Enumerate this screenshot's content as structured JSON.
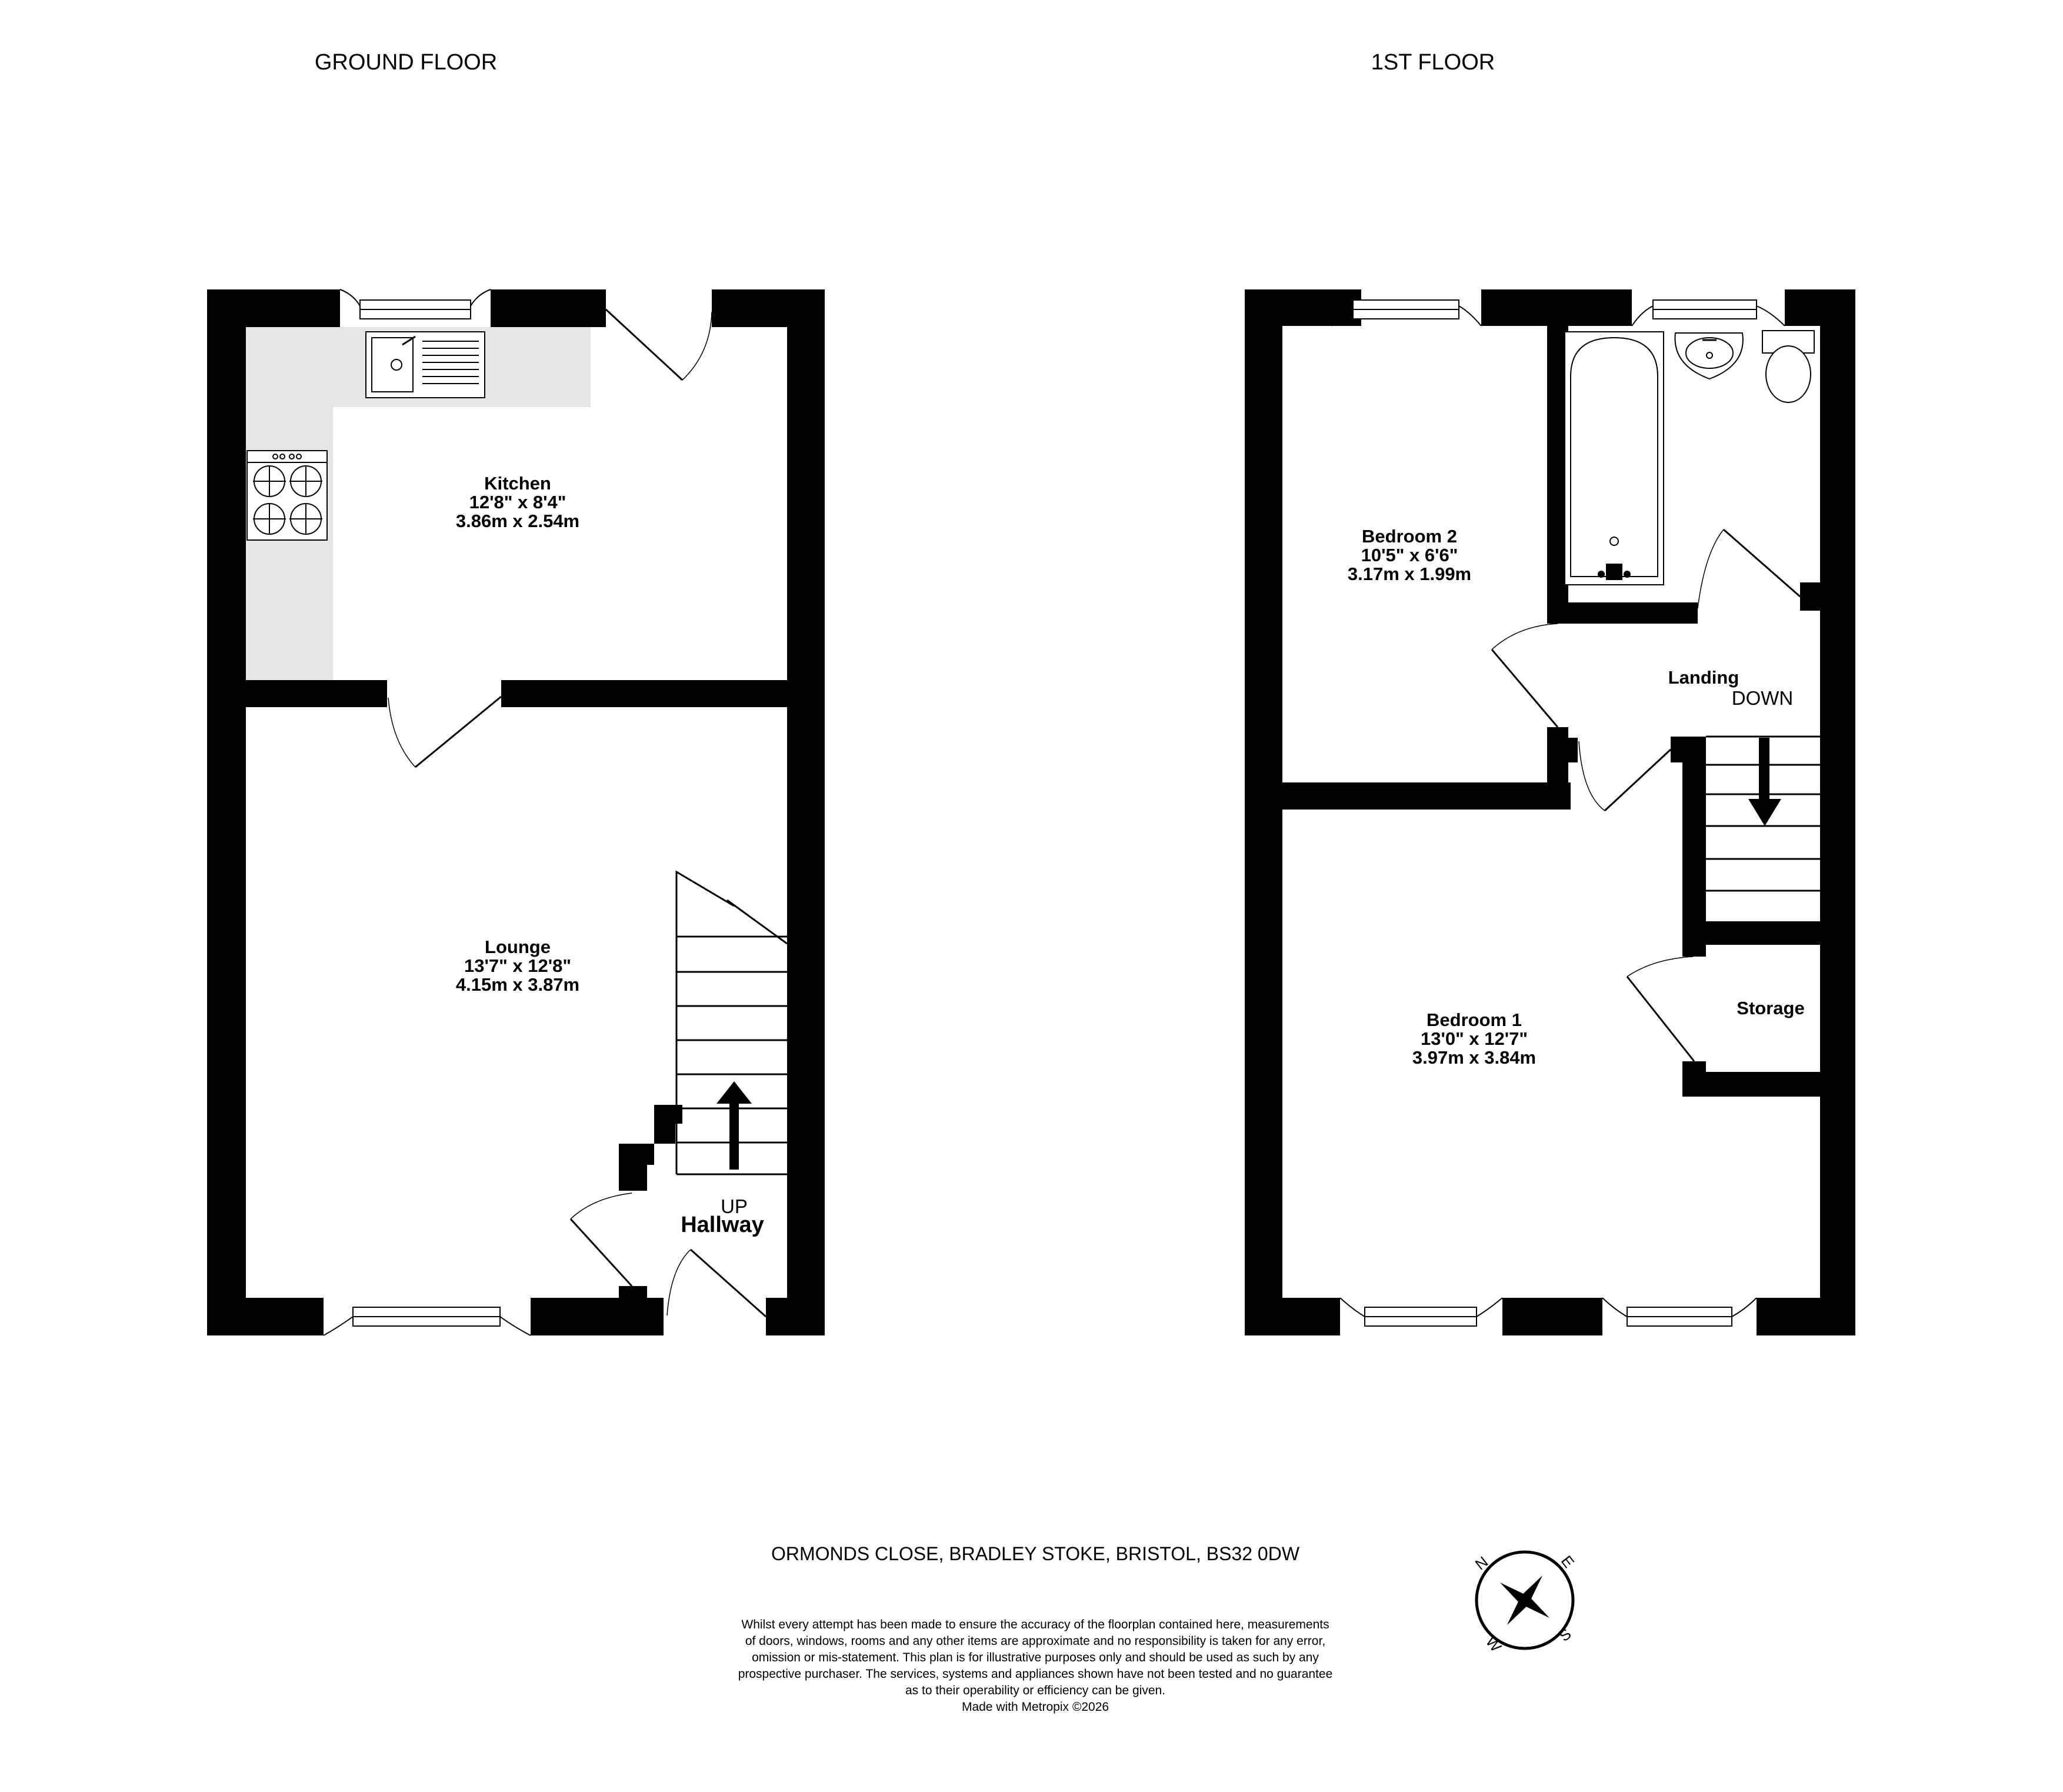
{
  "floors": [
    {
      "title": "GROUND FLOOR",
      "rooms": [
        {
          "name": "Kitchen",
          "imperial": "12'8\"  x 8'4\"",
          "metric": "3.86m  x 2.54m"
        },
        {
          "name": "Lounge",
          "imperial": "13'7\"  x 12'8\"",
          "metric": "4.15m  x 3.87m"
        },
        {
          "name": "Hallway"
        }
      ],
      "stairs_label": "UP"
    },
    {
      "title": "1ST FLOOR",
      "rooms": [
        {
          "name": "Bedroom 2",
          "imperial": "10'5\"  x 6'6\"",
          "metric": "3.17m  x 1.99m"
        },
        {
          "name": "Landing"
        },
        {
          "name": "Storage"
        },
        {
          "name": "Bedroom 1",
          "imperial": "13'0\"  x 12'7\"",
          "metric": "3.97m  x 3.84m"
        }
      ],
      "stairs_label": "DOWN"
    }
  ],
  "address": "ORMONDS CLOSE, BRADLEY STOKE, BRISTOL, BS32 0DW",
  "disclaimer": [
    "Whilst every attempt has been made to ensure the accuracy of the floorplan contained here, measurements",
    "of doors, windows, rooms and any other items are approximate and no responsibility is taken for any error,",
    "omission or mis-statement. This plan is for illustrative purposes only and should be used as such by any",
    "prospective purchaser. The services, systems and appliances shown have not been tested and no guarantee",
    "as to their operability or efficiency can be given.",
    "Made with Metropix ©2026"
  ],
  "compass": {
    "n": "N",
    "e": "E",
    "s": "S",
    "w": "W"
  },
  "icons": [
    "sink-icon",
    "hob-icon",
    "bath-icon",
    "washbasin-icon",
    "toilet-icon",
    "compass-icon"
  ],
  "colors": {
    "wall": "#000000",
    "kitchen_counter": "#e6e6e6",
    "background": "#ffffff"
  }
}
